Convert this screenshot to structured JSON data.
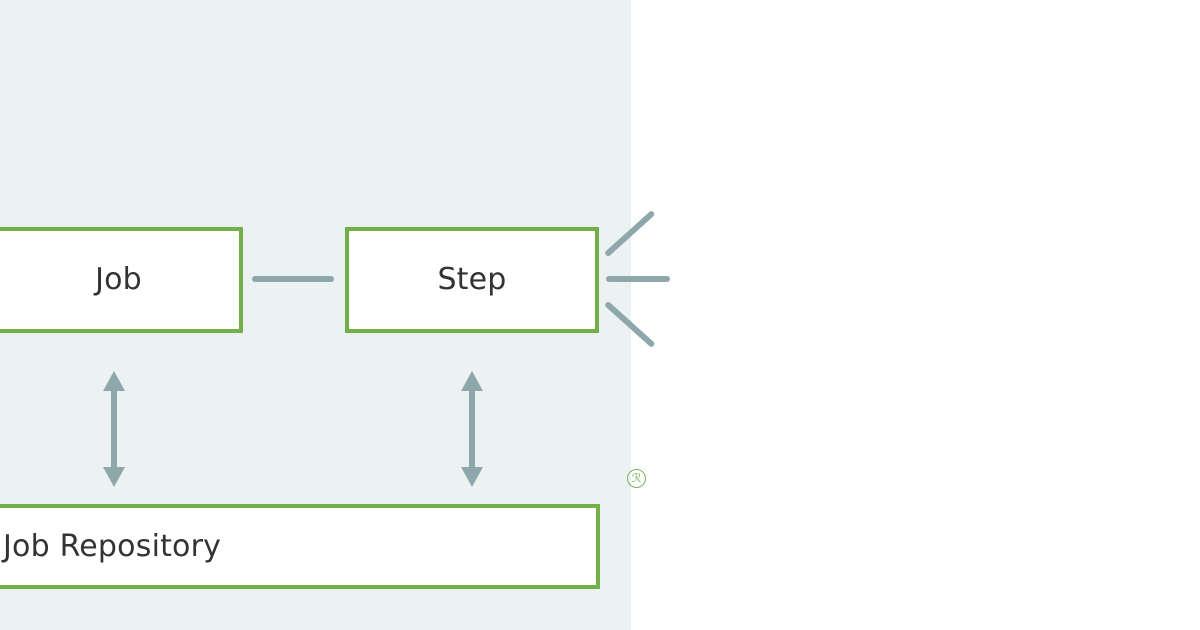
{
  "diagram": {
    "type": "architecture-block-diagram",
    "background_color": "#ecf1f1",
    "page_background_color": "#ffffff",
    "node_border_color": "#74b04a",
    "node_fill_color": "#ffffff",
    "node_text_color": "#333333",
    "connector_color": "#8ea7ab",
    "badge_color": "#7cb25a",
    "nodes": [
      {
        "id": "job",
        "label": "Job",
        "clipped": "left"
      },
      {
        "id": "step",
        "label": "Step",
        "clipped": "none"
      },
      {
        "id": "job-repository",
        "label": "Job Repository",
        "clipped": "left"
      }
    ],
    "connectors": [
      {
        "id": "job-to-step",
        "from": "job",
        "to": "step",
        "style": "line",
        "orientation": "horizontal"
      },
      {
        "id": "job-to-repository",
        "from": "job",
        "to": "job-repository",
        "style": "double-arrow",
        "orientation": "vertical"
      },
      {
        "id": "step-to-repository",
        "from": "step",
        "to": "job-repository",
        "style": "double-arrow",
        "orientation": "vertical"
      },
      {
        "id": "step-fan-up",
        "from": "step",
        "to": "",
        "style": "line",
        "orientation": "diagonal-up"
      },
      {
        "id": "step-fan-middle",
        "from": "step",
        "to": "",
        "style": "line",
        "orientation": "horizontal"
      },
      {
        "id": "step-fan-down",
        "from": "step",
        "to": "",
        "style": "line",
        "orientation": "diagonal-down"
      }
    ],
    "badge": {
      "symbol": "ℛ",
      "name": "registered-mark-icon"
    }
  }
}
